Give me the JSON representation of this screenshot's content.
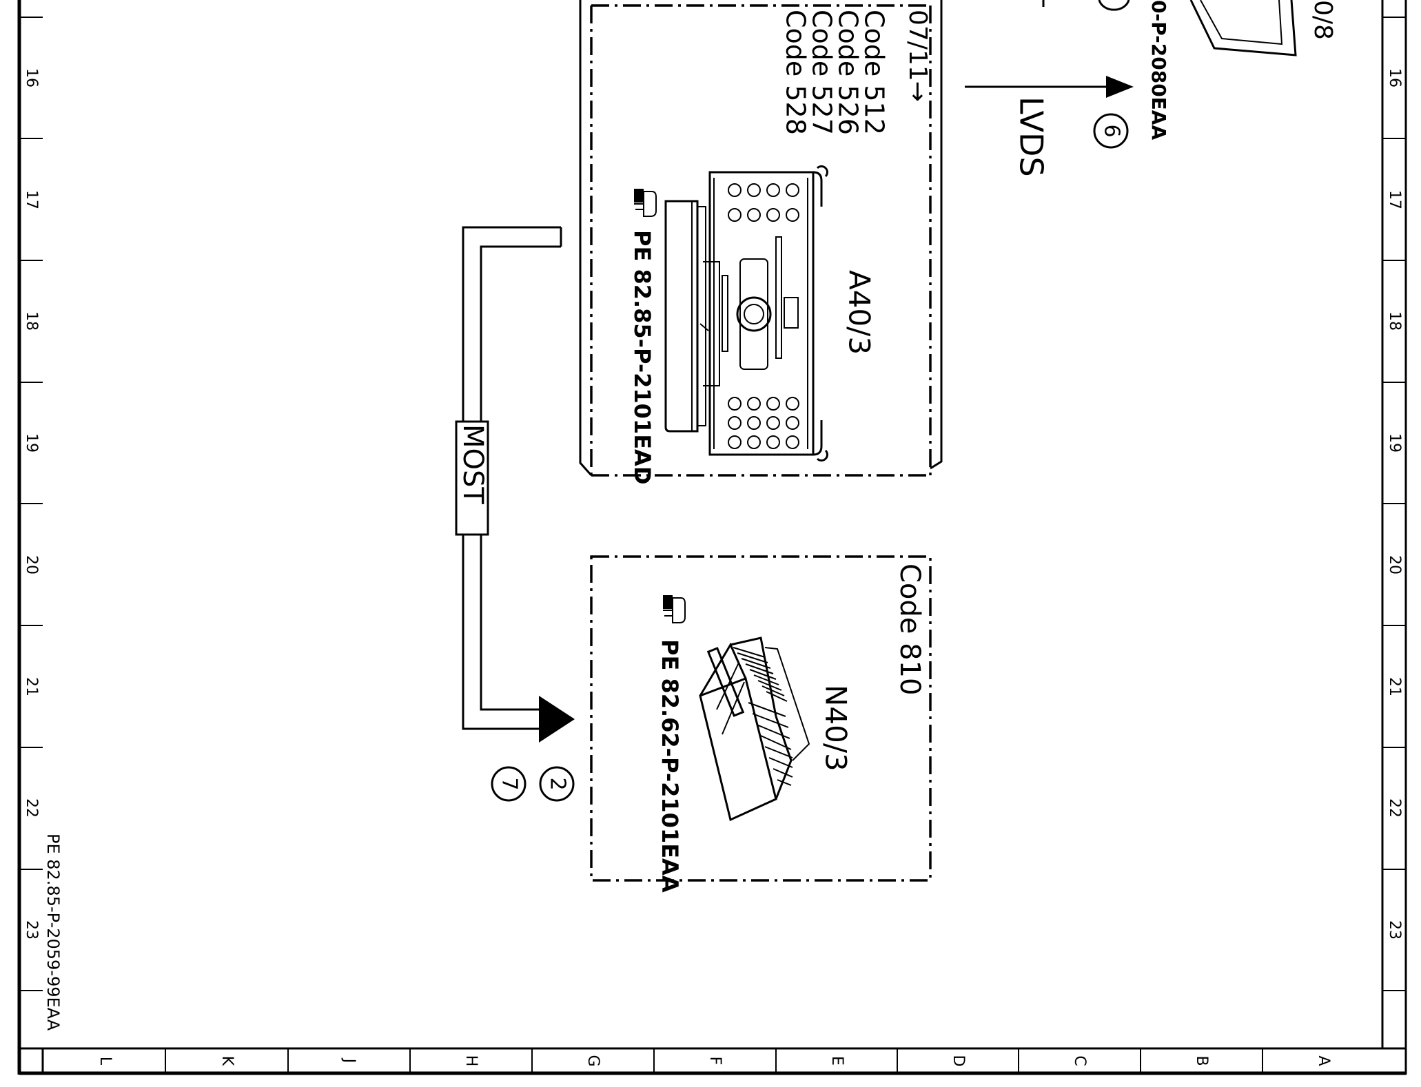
{
  "frame": {
    "row_numbers": [
      "16",
      "17",
      "18",
      "19",
      "20",
      "21",
      "22",
      "23"
    ],
    "column_letters": [
      "L",
      "K",
      "J",
      "H",
      "G",
      "F",
      "E",
      "D",
      "C",
      "B",
      "A"
    ]
  },
  "document_id": "PE 82.85-P-2059-99EAA",
  "top_fragments": {
    "ref_code": "0-P-2080EAA",
    "component_fragment": "0/8"
  },
  "lvds": {
    "label": "LVDS",
    "circle_ref": "6"
  },
  "a40_box": {
    "date_note": "07/11→",
    "codes": [
      "Code  512",
      "Code  526",
      "Code  527",
      "Code  528"
    ],
    "component": "A40/3",
    "reference": "PE  82.85-P-2101EAD"
  },
  "most": {
    "label": "MOST",
    "circle_refs": [
      "2",
      "7"
    ]
  },
  "n40_box": {
    "code": "Code  810",
    "component": "N40/3",
    "reference": "PE  82.62-P-2101EAA"
  },
  "icons": [
    "pointing-hand-icon",
    "head-unit-icon",
    "amplifier-module-icon"
  ],
  "colors": {
    "ink": "#000000",
    "paper": "#ffffff"
  }
}
